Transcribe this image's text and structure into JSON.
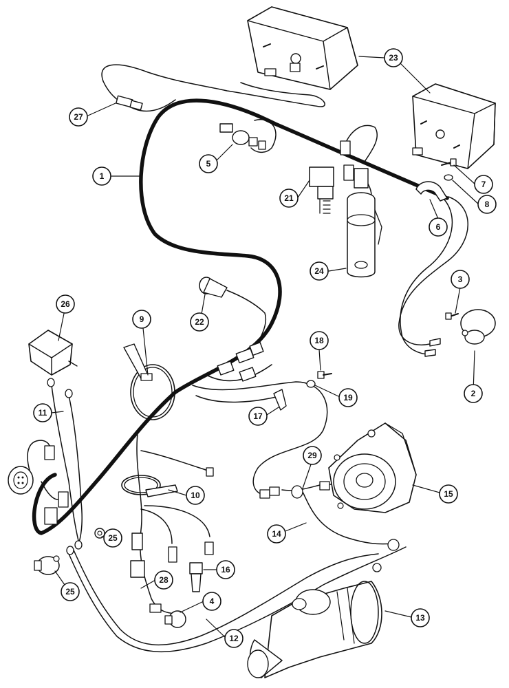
{
  "colors": {
    "ink": "#111111",
    "paper": "#ffffff"
  },
  "callouts": [
    {
      "n": "1"
    },
    {
      "n": "2"
    },
    {
      "n": "3"
    },
    {
      "n": "4"
    },
    {
      "n": "5"
    },
    {
      "n": "6"
    },
    {
      "n": "7"
    },
    {
      "n": "8"
    },
    {
      "n": "9"
    },
    {
      "n": "10"
    },
    {
      "n": "11"
    },
    {
      "n": "12"
    },
    {
      "n": "13"
    },
    {
      "n": "14"
    },
    {
      "n": "15"
    },
    {
      "n": "16"
    },
    {
      "n": "17"
    },
    {
      "n": "18"
    },
    {
      "n": "19"
    },
    {
      "n": "21"
    },
    {
      "n": "22"
    },
    {
      "n": "23"
    },
    {
      "n": "24"
    },
    {
      "n": "25"
    },
    {
      "n": "25"
    },
    {
      "n": "26"
    },
    {
      "n": "27"
    },
    {
      "n": "28"
    },
    {
      "n": "29"
    }
  ]
}
